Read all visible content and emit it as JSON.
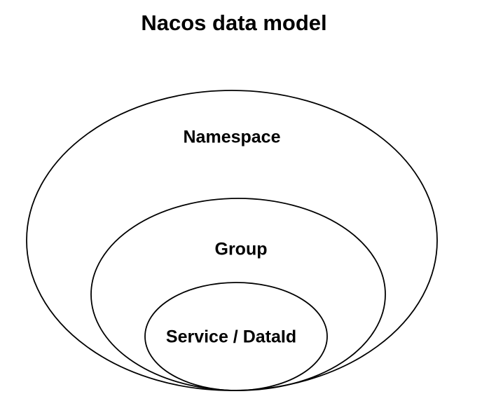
{
  "diagram": {
    "title": "Nacos data model",
    "layers": [
      {
        "label": "Namespace"
      },
      {
        "label": "Group"
      },
      {
        "label": "Service / DataId"
      }
    ],
    "colors": {
      "background": "#ffffff",
      "stroke": "#000000",
      "text": "#000000"
    }
  }
}
